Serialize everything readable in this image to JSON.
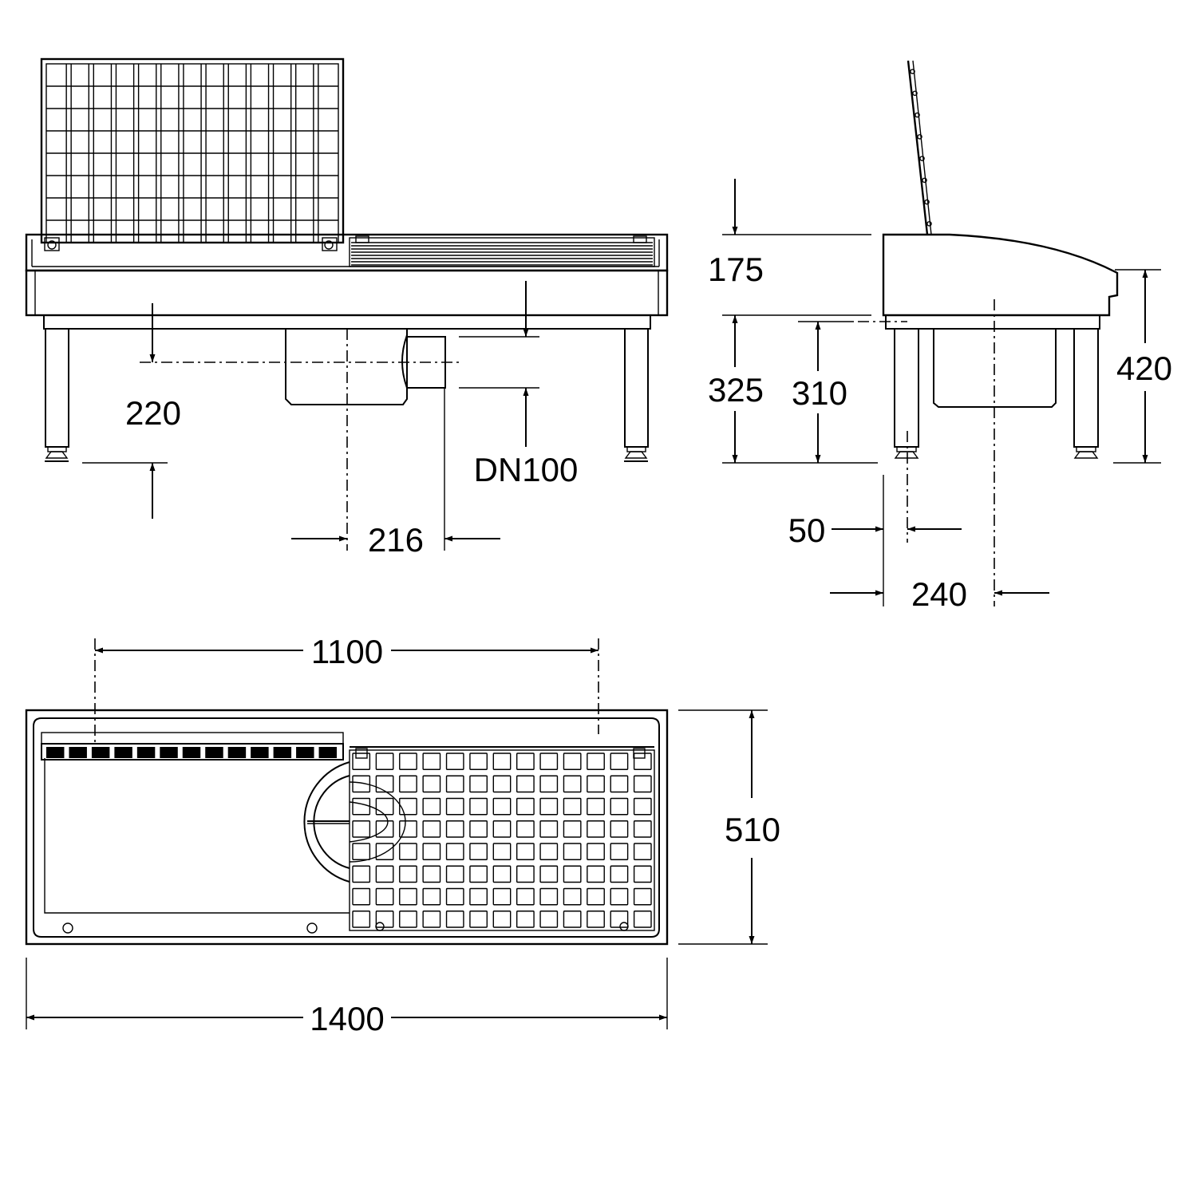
{
  "drawing": {
    "front_view": {
      "dim_220": "220",
      "dim_216": "216",
      "pipe_label": "DN100"
    },
    "side_view": {
      "dim_175": "175",
      "dim_325": "325",
      "dim_310": "310",
      "dim_420": "420",
      "dim_50": "50",
      "dim_240": "240"
    },
    "top_view": {
      "dim_1100": "1100",
      "dim_510": "510",
      "dim_1400": "1400"
    }
  }
}
